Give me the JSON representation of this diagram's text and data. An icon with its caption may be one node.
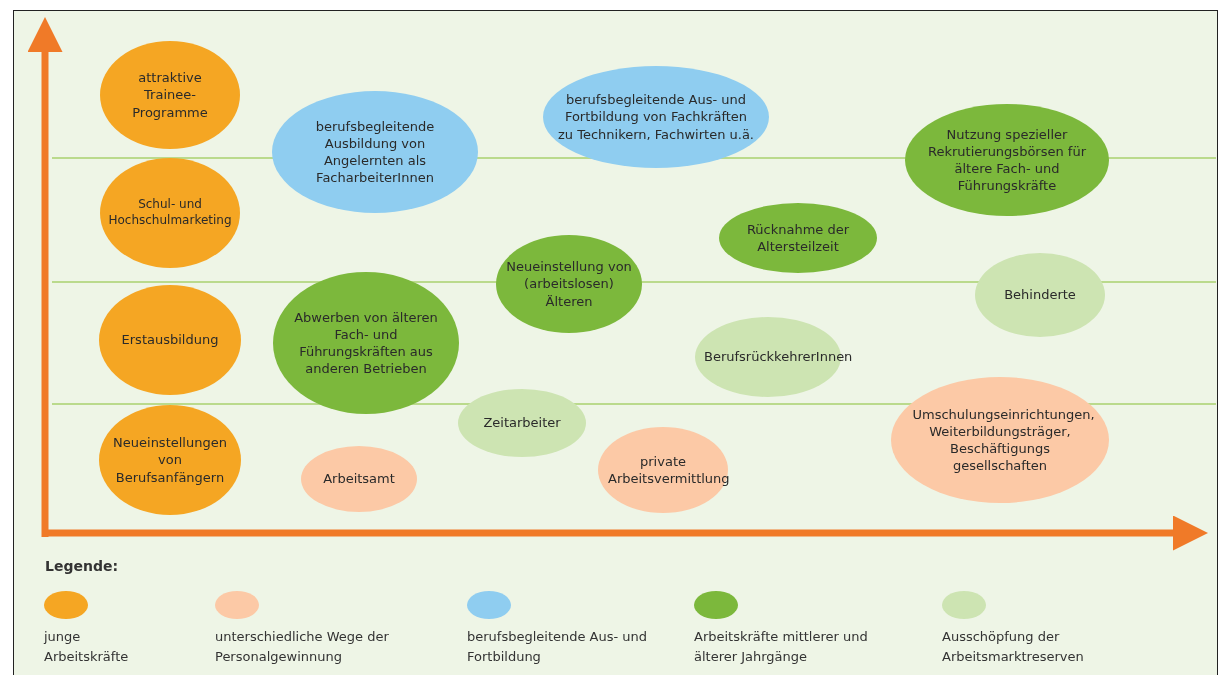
{
  "diagram": {
    "nodes": [
      {
        "text": [
          "attraktive Trainee-Programme"
        ]
      },
      {
        "text": [
          "Schul- und Hochschulmarketing"
        ]
      },
      {
        "text": [
          "Erstausbildung"
        ]
      },
      {
        "text": [
          "Neueinstellungen von Berufsanfängern"
        ]
      },
      {
        "text": [
          "berufsbegleitende Ausbildung von Angelernten als FacharbeiterInnen"
        ]
      },
      {
        "text": [
          "berufsbegleitende Aus- und Fortbildung von Fachkräften zu Technikern, Fachwirten u.ä."
        ]
      },
      {
        "text": [
          "Nutzung spezieller Rekrutierungsbörsen für ältere Fach- und Führungskräfte"
        ]
      },
      {
        "text": [
          "Rücknahme der Altersteilzeit"
        ]
      },
      {
        "text": [
          "Neueinstellung von (arbeitslosen) Älteren"
        ]
      },
      {
        "text": [
          "Behinderte"
        ]
      },
      {
        "text": [
          "Abwerben von älteren Fach- und Führungskräften aus anderen Betrieben"
        ]
      },
      {
        "text": [
          "BerufsrückkehrerInnen"
        ]
      },
      {
        "text": [
          "Zeitarbeiter"
        ]
      },
      {
        "text": [
          "Umschulungseinrichtungen, Weiterbildungsträger, Beschäftigungs gesellschaften"
        ]
      },
      {
        "text": [
          "Arbeitsamt"
        ]
      },
      {
        "text": [
          "private Arbeitsvermittlung"
        ]
      }
    ],
    "labels": [
      "Legende:"
    ],
    "legend": [
      {
        "text": "junge Arbeitskräfte",
        "color": "#f5a623"
      },
      {
        "text": "unterschiedliche Wege der Personalgewinnung",
        "color": "#fcc9a6"
      },
      {
        "text": "berufsbegleitende Aus- und Fortbildung",
        "color": "#8fcdf0"
      },
      {
        "text": "Arbeitskräfte mittlerer und älterer Jahrgänge",
        "color": "#7cb83c"
      },
      {
        "text": "Ausschöpfung der Arbeitsmarktreserven",
        "color": "#cde4b2"
      }
    ]
  }
}
